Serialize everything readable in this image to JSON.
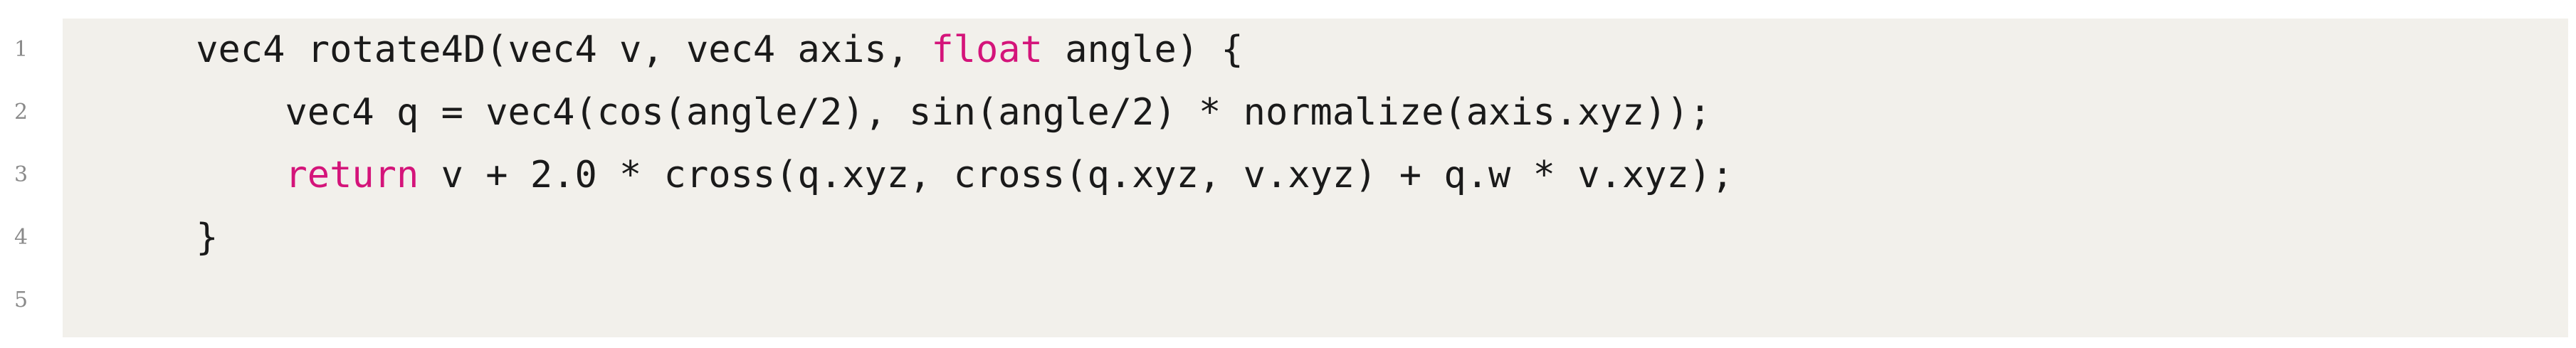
{
  "colors": {
    "background": "#ffffff",
    "code_panel": "#f2f0eb",
    "line_number": "#8a8a8a",
    "code_text": "#1a1a1a",
    "keyword": "#d4147a"
  },
  "line_numbers": [
    "1",
    "2",
    "3",
    "4",
    "5"
  ],
  "code": {
    "line1": {
      "indent": "    ",
      "before_kw": "vec4 rotate4D(vec4 v, vec4 axis, ",
      "kw": "float",
      "after_kw": " angle) {"
    },
    "line2": {
      "text": "        vec4 q = vec4(cos(angle/2), sin(angle/2) * normalize(axis.xyz));"
    },
    "line3": {
      "indent": "        ",
      "kw": "return",
      "after_kw": " v + 2.0 * cross(q.xyz, cross(q.xyz, v.xyz) + q.w * v.xyz);"
    },
    "line4": {
      "text": "    }"
    },
    "line5": {
      "text": ""
    }
  }
}
